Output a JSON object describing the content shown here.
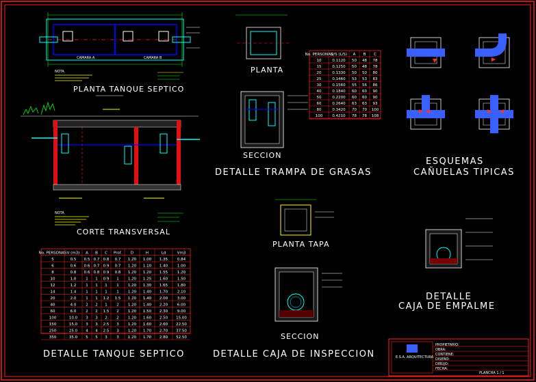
{
  "labels": {
    "planta_tanque": "PLANTA TANQUE SEPTICO",
    "corte_transversal": "CORTE TRANSVERSAL",
    "detalle_tanque": "DETALLE TANQUE SEPTICO",
    "planta": "PLANTA",
    "seccion_trampa": "SECCION",
    "detalle_trampa": "DETALLE TRAMPA DE GRASAS",
    "esquemas_l1": "ESQUEMAS",
    "esquemas_l2": "CAÑUELAS TIPICAS",
    "planta_tapa": "PLANTA TAPA",
    "seccion_caja": "SECCION",
    "detalle_caja": "DETALLE CAJA DE INSPECCION",
    "detalle_l1": "DETALLE",
    "detalle_l2": "CAJA DE EMPALME",
    "camara_a": "CAMARA A",
    "camara_b": "CAMARA B",
    "nota": "NOTA"
  },
  "title_block": {
    "firm": "E.S.A. ARQUITECTURA",
    "rows": [
      "PROPIETARIO:",
      "OBRA:",
      "CONTIENE:",
      "DISEÑO:",
      "DIBUJO:",
      "FECHA:"
    ],
    "sheet": "PLANCHA 1 / 1"
  },
  "grease_trap_table": {
    "headers": [
      "No. PERSONAS",
      "Q/S (L/S)",
      "A",
      "B",
      "C"
    ],
    "rows": [
      [
        "10",
        "0.1120",
        "50",
        "48",
        "78"
      ],
      [
        "15",
        "0.1250",
        "50",
        "48",
        "78"
      ],
      [
        "20",
        "0.1330",
        "50",
        "50",
        "80"
      ],
      [
        "25",
        "0.1460",
        "53",
        "53",
        "83"
      ],
      [
        "30",
        "0.1560",
        "55",
        "56",
        "86"
      ],
      [
        "40",
        "0.1840",
        "60",
        "60",
        "90"
      ],
      [
        "50",
        "0.2200",
        "60",
        "60",
        "90"
      ],
      [
        "60",
        "0.2640",
        "63",
        "63",
        "93"
      ],
      [
        "80",
        "0.3420",
        "70",
        "70",
        "100"
      ],
      [
        "100",
        "0.4210",
        "78",
        "78",
        "108"
      ]
    ]
  },
  "septic_table": {
    "headers": [
      "No. PERSONAS",
      "V (m3)",
      "A",
      "B",
      "C",
      "Prof.",
      "D",
      "H",
      "Ld",
      "Vm3"
    ],
    "rows": [
      [
        "5",
        "0.5",
        "0.5",
        "0.7",
        "0.8",
        "0.7",
        "1.20",
        "1.00",
        "1.35",
        "0.84"
      ],
      [
        "6",
        "0.6",
        "0.6",
        "0.7",
        "0.9",
        "0.7",
        "1.20",
        "1.10",
        "1.40",
        "1.00"
      ],
      [
        "8",
        "0.8",
        "0.6",
        "0.8",
        "0.9",
        "0.8",
        "1.20",
        "1.20",
        "1.55",
        "1.20"
      ],
      [
        "10",
        "1.0",
        "1",
        "1",
        "0.9",
        "1",
        "1.20",
        "1.25",
        "1.60",
        "1.50"
      ],
      [
        "12",
        "1.2",
        "1",
        "1",
        "1",
        "1",
        "1.20",
        "1.30",
        "1.65",
        "1.80"
      ],
      [
        "14",
        "1.4",
        "1",
        "1",
        "1",
        "1",
        "1.20",
        "1.40",
        "1.70",
        "2.10"
      ],
      [
        "20",
        "2.0",
        "1",
        "1",
        "1.2",
        "1.5",
        "1.20",
        "1.40",
        "2.00",
        "3.00"
      ],
      [
        "40",
        "4.0",
        "2",
        "2",
        "1",
        "2",
        "1.20",
        "1.40",
        "2.20",
        "6.00"
      ],
      [
        "60",
        "6.0",
        "2",
        "2",
        "1.5",
        "2",
        "1.20",
        "1.50",
        "2.30",
        "9.00"
      ],
      [
        "100",
        "10.0",
        "3",
        "3",
        "2",
        "2",
        "1.20",
        "1.60",
        "2.50",
        "15.00"
      ],
      [
        "150",
        "15.0",
        "3",
        "3",
        "2.5",
        "3",
        "1.20",
        "1.60",
        "2.60",
        "22.50"
      ],
      [
        "250",
        "25.0",
        "4",
        "4",
        "2.5",
        "3",
        "1.20",
        "1.70",
        "2.70",
        "37.50"
      ],
      [
        "350",
        "35.0",
        "5",
        "5",
        "3",
        "3",
        "1.20",
        "1.70",
        "2.80",
        "52.50"
      ]
    ]
  }
}
